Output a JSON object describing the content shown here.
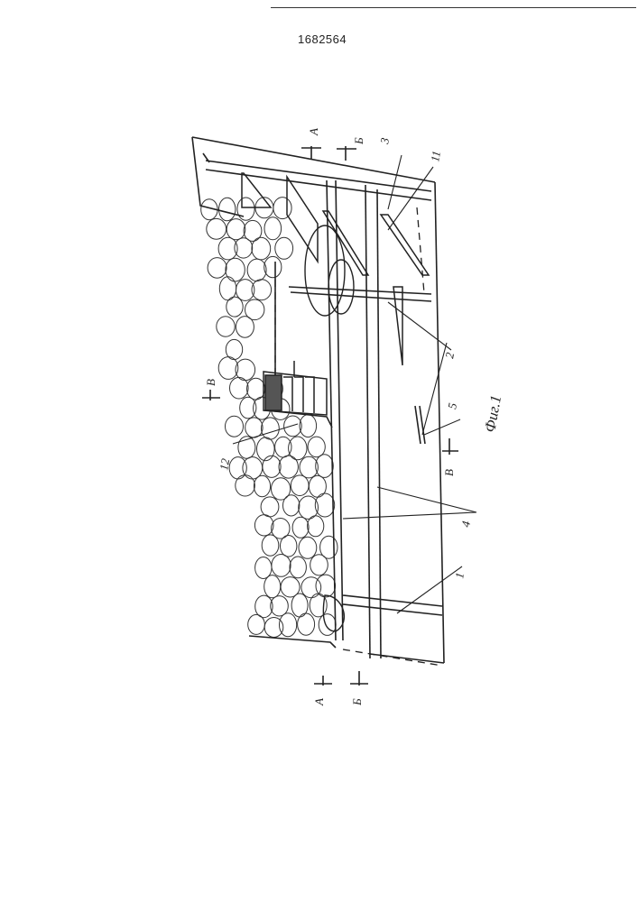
{
  "document": {
    "number": "1682564"
  },
  "figure": {
    "caption": "Фиг.1",
    "labels": {
      "l1": "1",
      "l2": "2",
      "l3": "3",
      "l4": "4",
      "l5": "5",
      "l11": "11",
      "l12": "12"
    },
    "sections": {
      "a_top": "А",
      "a_bottom": "А",
      "b_top": "Б",
      "b_bottom": "Б",
      "v_top": "В",
      "v_bottom": "В"
    }
  }
}
